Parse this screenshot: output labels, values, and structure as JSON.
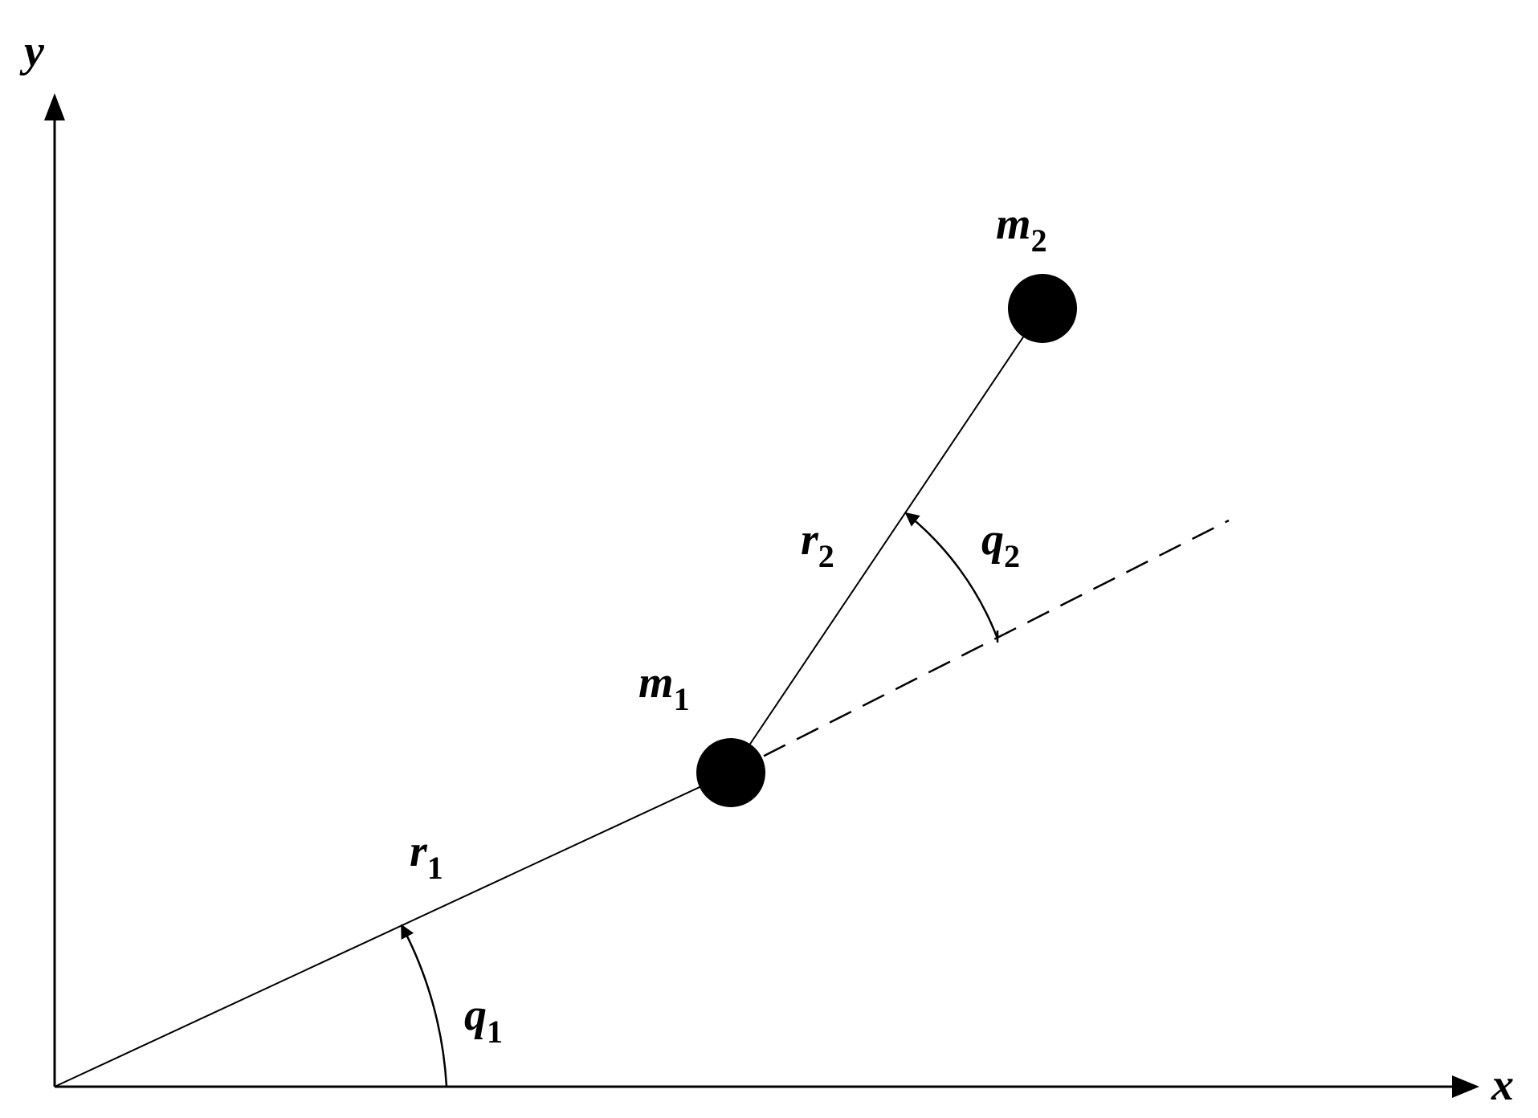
{
  "axes": {
    "x_label": "x",
    "y_label": "y"
  },
  "masses": {
    "m1": {
      "base": "m",
      "sub": "1"
    },
    "m2": {
      "base": "m",
      "sub": "2"
    }
  },
  "links": {
    "r1": {
      "base": "r",
      "sub": "1"
    },
    "r2": {
      "base": "r",
      "sub": "2"
    }
  },
  "angles": {
    "q1": {
      "base": "q",
      "sub": "1"
    },
    "q2": {
      "base": "q",
      "sub": "2"
    }
  },
  "colors": {
    "ink": "#000000",
    "background": "#ffffff"
  }
}
